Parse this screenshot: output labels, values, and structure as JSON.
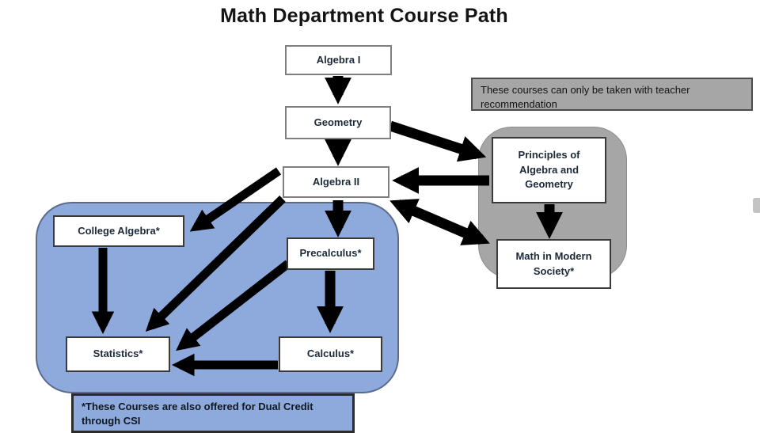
{
  "title": "Math Department Course Path",
  "nodes": {
    "algebra_1": {
      "label": "Algebra I"
    },
    "geometry": {
      "label": "Geometry"
    },
    "algebra_2": {
      "label": "Algebra II"
    },
    "college_algebra": {
      "label": "College Algebra*"
    },
    "precalculus": {
      "label": "Precalculus*"
    },
    "statistics": {
      "label": "Statistics*"
    },
    "calculus": {
      "label": "Calculus*"
    },
    "principles": {
      "label": "Principles of Algebra and Geometry"
    },
    "math_in_modern_society": {
      "label": "Math in Modern Society*"
    }
  },
  "notes": {
    "teacher_recommendation": "These courses can only be taken with teacher recommendation",
    "dual_credit": "*These Courses are also offered for Dual Credit through CSI"
  },
  "edges": [
    {
      "from": "Algebra I",
      "to": "Geometry"
    },
    {
      "from": "Geometry",
      "to": "Algebra II"
    },
    {
      "from": "Geometry",
      "to": "Principles of Algebra and Geometry"
    },
    {
      "from": "Principles of Algebra and Geometry",
      "to": "Algebra II"
    },
    {
      "from": "Principles of Algebra and Geometry",
      "to": "Math in Modern Society*"
    },
    {
      "from": "Algebra II",
      "to": "Math in Modern Society*",
      "bidirectional": true
    },
    {
      "from": "Algebra II",
      "to": "Precalculus*"
    },
    {
      "from": "Algebra II",
      "to": "College Algebra*"
    },
    {
      "from": "Algebra II",
      "to": "Statistics*"
    },
    {
      "from": "College Algebra*",
      "to": "Statistics*"
    },
    {
      "from": "Precalculus*",
      "to": "Calculus*"
    },
    {
      "from": "Precalculus*",
      "to": "Statistics*"
    },
    {
      "from": "Calculus*",
      "to": "Statistics*"
    }
  ],
  "groups": {
    "dual_credit_members": [
      "College Algebra*",
      "Precalculus*",
      "Statistics*",
      "Calculus*"
    ],
    "teacher_recommendation_members": [
      "Principles of Algebra and Geometry",
      "Math in Modern Society*"
    ]
  },
  "colors": {
    "dual_credit_group_fill": "#8ea9db",
    "teacher_rec_group_fill": "#a6a6a6",
    "node_fill": "#ffffff",
    "arrow": "#000000",
    "text": "#1c2a3a"
  }
}
